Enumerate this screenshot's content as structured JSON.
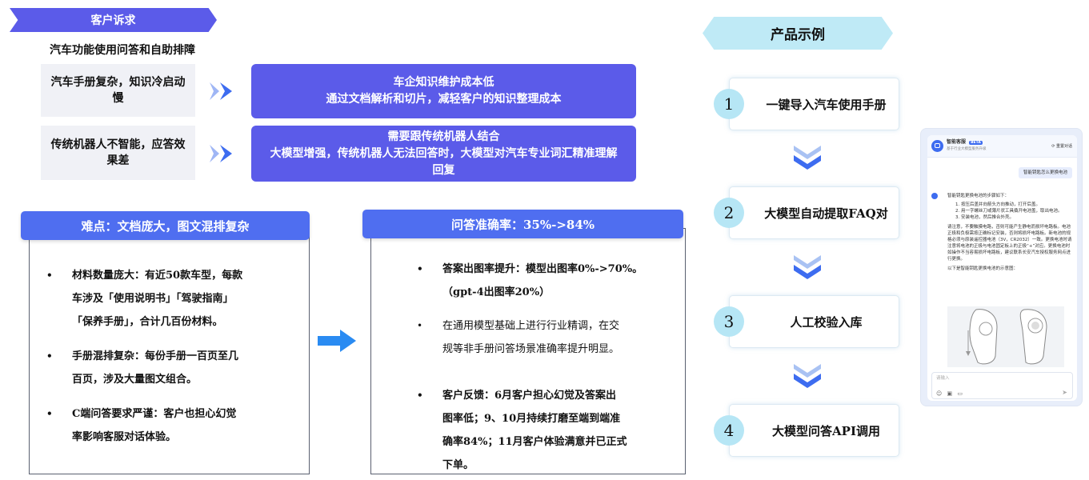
{
  "left": {
    "ribbon_title": "客户诉求",
    "subtitle": "汽车功能使用问答和自助排障",
    "rows": [
      {
        "problem": "汽车手册复杂，知识冷启动慢",
        "solution_lines": [
          "车企知识维护成本低",
          "通过文档解析和切片，减轻客户的知识整理成本"
        ]
      },
      {
        "problem": "传统机器人不智能，应答效果差",
        "solution_lines": [
          "需要跟传统机器人结合",
          "大模型增强，传统机器人无法回答时，大模型对汽车专业词汇精准理解",
          "回复"
        ]
      }
    ],
    "difficulty": {
      "title": "难点：文档庞大，图文混排复杂",
      "bullets": [
        [
          "材料数量庞大：有近50款车型，每款",
          "车涉及「使用说明书」「驾驶指南」",
          "「保养手册」，合计几百份材料。"
        ],
        [
          "手册混排复杂：每份手册一百页至几",
          "百页，涉及大量图文组合。"
        ],
        [
          "C端问答要求严谨：客户也担心幻觉",
          "率影响客服对话体验。"
        ]
      ]
    },
    "accuracy": {
      "title": "问答准确率：35%->84%",
      "bullets": [
        [
          "答案出图率提升：模型出图率0%->70%。",
          "（gpt-4出图率20%）"
        ],
        [
          "在通用模型基础上进行行业精调，在交",
          "规等非手册问答场景准确率提升明显。"
        ],
        [
          "客户反馈：6月客户担心幻觉及答案出",
          "图率低；9、10月持续打磨至端到端准",
          "确率84%；11月客户体验满意并已正式",
          "下单。"
        ]
      ]
    }
  },
  "right": {
    "ribbon_title": "产品示例",
    "steps": [
      {
        "num": "1",
        "label": "一键导入汽车使用手册"
      },
      {
        "num": "2",
        "label": "大模型自动提取FAQ对"
      },
      {
        "num": "3",
        "label": "人工校验入库"
      },
      {
        "num": "4",
        "label": "大模型问答API调用"
      }
    ]
  },
  "chat": {
    "header_title": "智能客服",
    "header_badge": "BETA",
    "header_sub": "基于行业大模型服务升级",
    "reset_label": "重置对话",
    "user_message": "智能钥匙怎么更换电池",
    "reply_intro": "智能钥匙更换电池的步骤如下：",
    "reply_steps": [
      "1. 按压后盖并向箭头方向推动，打开后盖。",
      "2. 用一字螺丝刀或薄片状工具撬开电池盖，取出电池。",
      "3. 安装电池，然后推合外壳。"
    ],
    "reply_note": "请注意，不要触摸电路，否则可能产生静电而损坏电路板。电池正极和负极需按正确标记安装，否则将损坏电路板。新电池的规格必须与原装遥控器电池（3V，CR2032）一致。更换电池时请注意将电池的正极与电池固定板上的正极“+”对应。更换电池时如操作不当容易损坏电路板，建议联系长安汽车授权服务网点进行更换。",
    "reply_image_caption": "以下是智能钥匙更换电池的示意图：",
    "input_placeholder": "请输入"
  },
  "colors": {
    "purple": "#5b5be9",
    "blue_head": "#4f6ef0",
    "cyan_ribbon": "#bfeaf6",
    "step_circle": "#b6e6f5",
    "chevron": "#3d6cf0"
  }
}
